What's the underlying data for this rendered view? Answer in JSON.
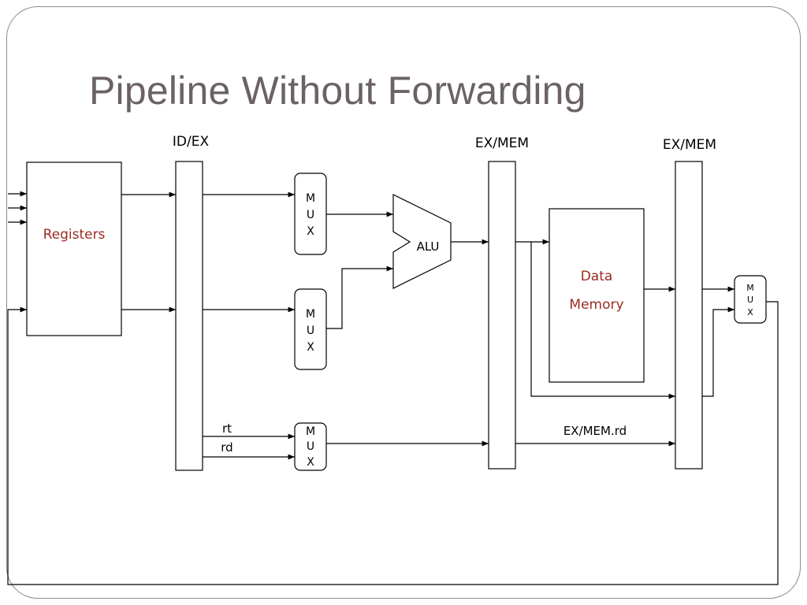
{
  "slide": {
    "title": "Pipeline Without Forwarding"
  },
  "diagram": {
    "registers_label": "Registers",
    "id_ex_label": "ID/EX",
    "ex_mem_label_1": "EX/MEM",
    "ex_mem_label_2": "EX/MEM",
    "alu_label": "ALU",
    "data_memory_line1": "Data",
    "data_memory_line2": "Memory",
    "mux_letters": [
      "M",
      "U",
      "X"
    ],
    "rt_label": "rt",
    "rd_label": "rd",
    "ex_mem_rd_label": "EX/MEM.rd",
    "accent_color": "#9c2a22",
    "title_color": "#6b6263"
  }
}
